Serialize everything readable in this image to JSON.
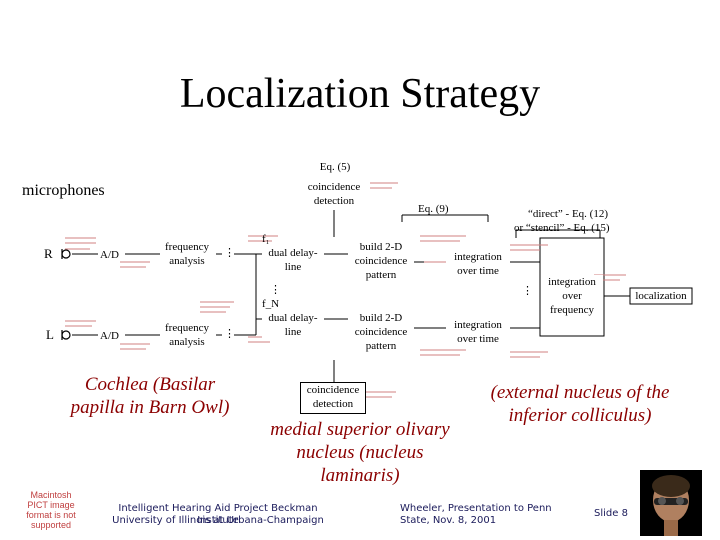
{
  "slide": {
    "title": "Localization Strategy",
    "eq5": "Eq. (5)",
    "coincidence_detection": "coincidence detection",
    "coincidence_detection_bottom": "coincidence detection",
    "microphones": "microphones",
    "eq9": "Eq. (9)",
    "direct_stencil_1": "“direct” - Eq. (12)",
    "direct_stencil_2": "or “stencil” - Eq. (15)",
    "mic_r": "R",
    "mic_l": "L",
    "ad_top": "A/D",
    "ad_bottom": "A/D",
    "freq_analysis_top": "frequency analysis",
    "freq_analysis_bottom": "frequency analysis",
    "f1": "f₁",
    "fn": "f_N",
    "dual_delay_top": "dual delay-line",
    "dual_delay_bottom": "dual delay-line",
    "build_top": "build 2-D coincidence pattern",
    "build_bottom": "build 2-D coincidence pattern",
    "integ_time_top": "integration over time",
    "integ_time_bottom": "integration over time",
    "integ_freq": "integration over frequency",
    "localization": "localization",
    "cochlea": "Cochlea (Basilar papilla in Barn Owl)",
    "mso": "medial superior olivary nucleus (nucleus laminaris)",
    "external": "(external nucleus of the inferior colliculus)",
    "footer_left_1": "Intelligent Hearing Aid Project Beckman Institute",
    "footer_left_2": "University of Illinois at Urbana-Champaign",
    "footer_mid_1": "Wheeler, Presentation to Penn",
    "footer_mid_2": "State, Nov. 8, 2001",
    "slide_number": "Slide 8",
    "pict_notice": "Macintosh PICT image format is not supported",
    "ellipsis": "⋮"
  },
  "colors": {
    "red_text": "#8b0000",
    "footer_text": "#1a1a5a",
    "scribble": "#d08080"
  }
}
